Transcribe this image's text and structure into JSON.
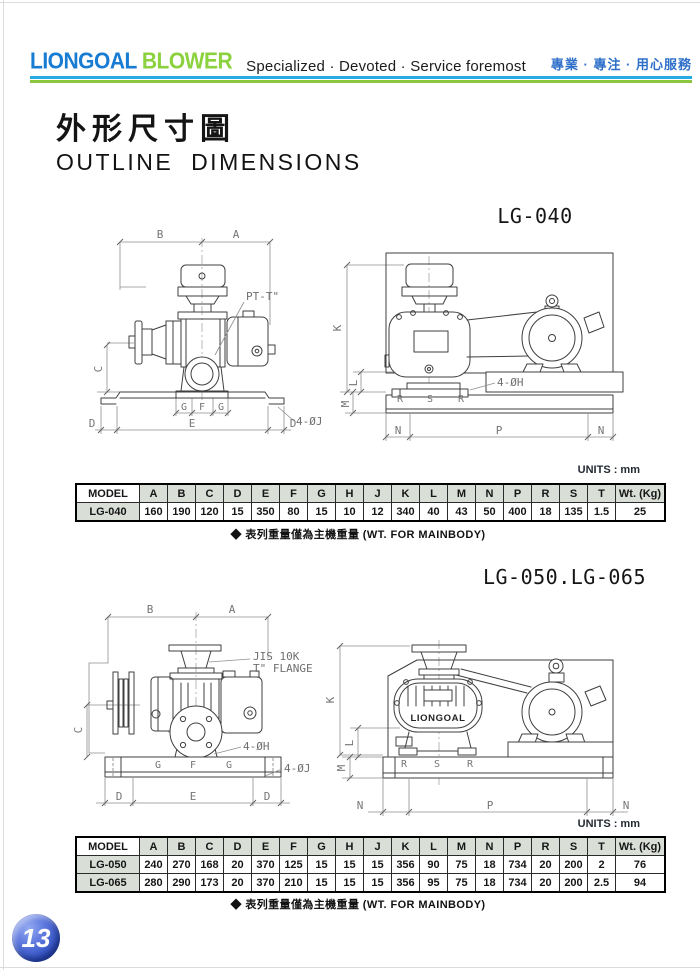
{
  "page": {
    "number": "13"
  },
  "header": {
    "logo_primary": "LIONGOAL",
    "logo_secondary": "BLOWER",
    "tagline": "Specialized · Devoted · Service foremost",
    "tagline_zh": "專業 · 專注 · 用心服務"
  },
  "title": {
    "zh": "外形尺寸圖",
    "en": "OUTLINE DIMENSIONS"
  },
  "colors": {
    "logo_blue": "#187cd3",
    "logo_green": "#8bd23e",
    "rule_blue": "#29abe2",
    "rule_green": "#8cc63f",
    "tagline_zh_blue": "#2e6fc9",
    "table_header_bg": "#d9ded7",
    "page_ball_blue": "#2d4fc0"
  },
  "sections": [
    {
      "model_title": "LG-040",
      "units_label": "UNITS : mm",
      "note": "◆ 表列重量僅為主機重量 (WT. FOR MAINBODY)",
      "table": {
        "headers": [
          "MODEL",
          "A",
          "B",
          "C",
          "D",
          "E",
          "F",
          "G",
          "H",
          "J",
          "K",
          "L",
          "M",
          "N",
          "P",
          "R",
          "S",
          "T",
          "Wt. (Kg)"
        ],
        "rows": [
          [
            "LG-040",
            "160",
            "190",
            "120",
            "15",
            "350",
            "80",
            "15",
            "10",
            "12",
            "340",
            "40",
            "43",
            "50",
            "400",
            "18",
            "135",
            "1.5",
            "25"
          ]
        ]
      }
    },
    {
      "model_title": "LG-050.LG-065",
      "units_label": "UNITS : mm",
      "note": "◆ 表列重量僅為主機重量 (WT. FOR MAINBODY)",
      "table": {
        "headers": [
          "MODEL",
          "A",
          "B",
          "C",
          "D",
          "E",
          "F",
          "G",
          "H",
          "J",
          "K",
          "L",
          "M",
          "N",
          "P",
          "R",
          "S",
          "T",
          "Wt. (Kg)"
        ],
        "rows": [
          [
            "LG-050",
            "240",
            "270",
            "168",
            "20",
            "370",
            "125",
            "15",
            "15",
            "15",
            "356",
            "90",
            "75",
            "18",
            "734",
            "20",
            "200",
            "2",
            "76"
          ],
          [
            "LG-065",
            "280",
            "290",
            "173",
            "20",
            "370",
            "210",
            "15",
            "15",
            "15",
            "356",
            "95",
            "75",
            "18",
            "734",
            "20",
            "200",
            "2.5",
            "94"
          ]
        ]
      }
    }
  ],
  "drawings": {
    "lg040_side": {
      "dim_b": "B",
      "dim_a": "A",
      "dim_c": "C",
      "dim_g1": "G",
      "dim_f": "F",
      "dim_g2": "G",
      "dim_d1": "D",
      "dim_e": "E",
      "dim_d2": "D",
      "ann_port": "PT-T\"",
      "ann_j": "4-ØJ"
    },
    "lg040_front": {
      "dim_k": "K",
      "dim_l": "L",
      "dim_m": "M",
      "dim_r1": "R",
      "dim_s": "S",
      "dim_r2": "R",
      "dim_n1": "N",
      "dim_p": "P",
      "dim_n2": "N",
      "ann_h": "4-ØH"
    },
    "lg050_side": {
      "dim_b": "B",
      "dim_a": "A",
      "dim_c": "C",
      "dim_g1": "G",
      "dim_f": "F",
      "dim_g2": "G",
      "dim_d1": "D",
      "dim_e": "E",
      "dim_d2": "D",
      "ann_flange1": "JIS 10K",
      "ann_flange2": "T\" FLANGE",
      "ann_h": "4-ØH",
      "ann_j": "4-ØJ"
    },
    "lg050_front": {
      "dim_k": "K",
      "dim_l": "L",
      "dim_m": "M",
      "dim_r1": "R",
      "dim_s": "S",
      "dim_r2": "R",
      "dim_n1": "N",
      "dim_p": "P",
      "dim_n2": "N",
      "brand": "LIONGOAL"
    }
  }
}
